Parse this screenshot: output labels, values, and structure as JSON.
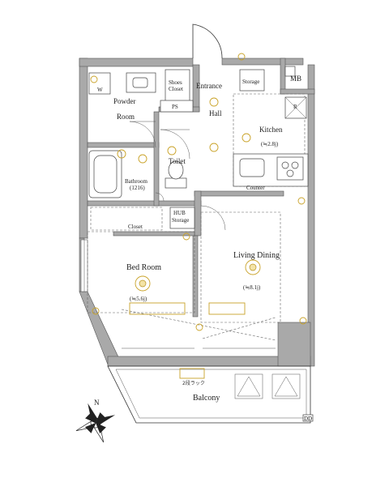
{
  "rooms": {
    "entrance": "Entrance",
    "hall": "Hall",
    "shoes_closet": [
      "Shoes",
      "Closet"
    ],
    "storage_top": "Storage",
    "mb": "MB",
    "ps": "PS",
    "powder_room": [
      "Powder",
      "Room"
    ],
    "kitchen": "Kitchen",
    "kitchen_area": "(≒2.8j)",
    "toilet": "Toilet",
    "bathroom": "Bathroom",
    "bathroom_size": "(1216)",
    "counter": "Counter",
    "hub": "HUB",
    "storage_mid": "Storage",
    "closet": "Closet",
    "bed_room": "Bed Room",
    "bed_room_area": "(≒5.6j)",
    "living_dining": "Living Dining",
    "living_dining_area": "(≒8.1j)",
    "balcony": "Balcony",
    "balcony_note": "2段ラック",
    "dd_mark": "DD",
    "washer_mark": "W",
    "fridge_mark": "R"
  },
  "compass": {
    "north": "N"
  },
  "colors": {
    "wall": "#a9a9a9",
    "fixture_accent": "#c9a227",
    "line": "#333333"
  }
}
